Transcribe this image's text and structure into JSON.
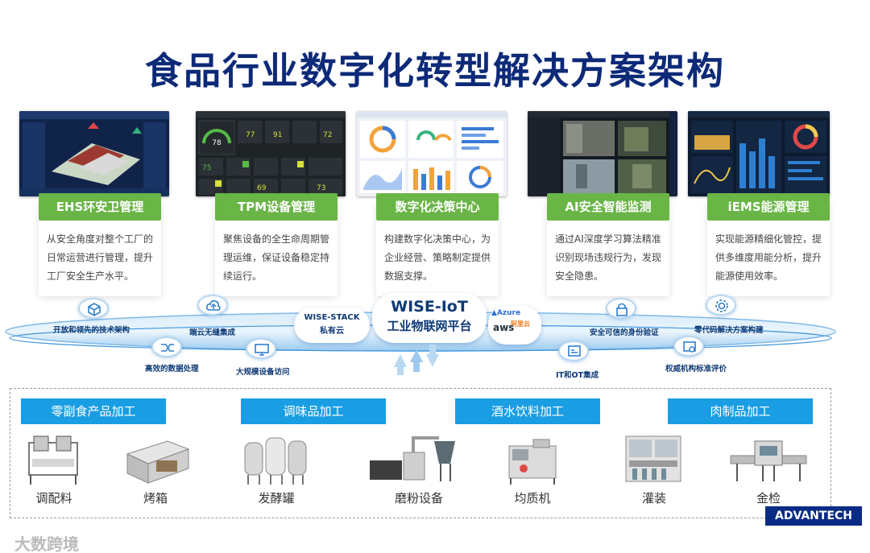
{
  "title": "食品行业数字化转型解决方案架构",
  "solutions": [
    {
      "title": "EHS环安卫管理",
      "desc": "从安全角度对整个工厂的日常运营进行管理，提升工厂安全生产水平。"
    },
    {
      "title": "TPM设备管理",
      "desc": "聚焦设备的全生命周期管理运维，保证设备稳定持续运行。",
      "shot_values": [
        "78",
        "77",
        "91",
        "72",
        "75",
        "69",
        "73"
      ]
    },
    {
      "title": "数字化决策中心",
      "desc": "构建数字化决策中心，为企业经营、策略制定提供数据支撑。"
    },
    {
      "title": "AI安全智能监测",
      "desc": "通过AI深度学习算法精准识别现场违规行为，发现安全隐患。"
    },
    {
      "title": "iEMS能源管理",
      "desc": "实现能源精细化管控，提供多维度用能分析，提升能源使用效率。"
    }
  ],
  "platform": {
    "center_title": "WISE-IoT",
    "center_subtitle": "工业物联网平台",
    "private_cloud_title": "WISE-STACK",
    "private_cloud_subtitle": "私有云",
    "public_clouds": [
      "Azure",
      "阿里云",
      "aws"
    ],
    "features": [
      "开放和领先的技术架构",
      "高效的数据处理",
      "端云无缝集成",
      "大规模设备访问",
      "IT和OT集成",
      "安全可信的身份验证",
      "零代码解决方案构建",
      "权威机构标准评价"
    ]
  },
  "categories": [
    "零副食产品加工",
    "调味品加工",
    "酒水饮料加工",
    "肉制品加工"
  ],
  "equipment": [
    "调配料",
    "烤箱",
    "发酵罐",
    "磨粉设备",
    "均质机",
    "灌装",
    "金检"
  ],
  "brand": "ADVANTECH",
  "watermark": "大数跨境",
  "colors": {
    "title": "#0d2a78",
    "card_header": "#69b545",
    "category": "#1a9ee3",
    "brand": "#0a2b85"
  }
}
